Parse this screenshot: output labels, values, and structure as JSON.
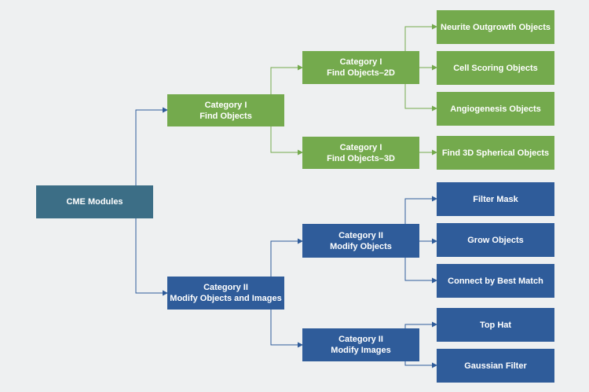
{
  "colors": {
    "root": "#3c6e86",
    "category_i": "#74aa4d",
    "category_ii": "#2f5c9a",
    "connector_green": "#74aa4d",
    "connector_blue": "#2f5c9a",
    "background": "#eef0f1"
  },
  "root": {
    "label": "CME Modules"
  },
  "category_i": {
    "main": {
      "line1": "Category I",
      "line2": "Find Objects"
    },
    "find_2d": {
      "line1": "Category I",
      "line2": "Find Objects–2D"
    },
    "find_3d": {
      "line1": "Category I",
      "line2": "Find Objects–3D"
    },
    "leaves_2d": [
      "Neurite Outgrowth Objects",
      "Cell Scoring Objects",
      "Angiogenesis Objects"
    ],
    "leaves_3d": [
      "Find 3D Spherical Objects"
    ]
  },
  "category_ii": {
    "main": {
      "line1": "Category II",
      "line2": "Modify Objects and Images"
    },
    "modify_objects": {
      "line1": "Category II",
      "line2": "Modify Objects"
    },
    "modify_images": {
      "line1": "Category II",
      "line2": "Modify Images"
    },
    "leaves_objects": [
      "Filter Mask",
      "Grow Objects",
      "Connect by Best Match"
    ],
    "leaves_images": [
      "Top Hat",
      "Gaussian Filter"
    ]
  }
}
